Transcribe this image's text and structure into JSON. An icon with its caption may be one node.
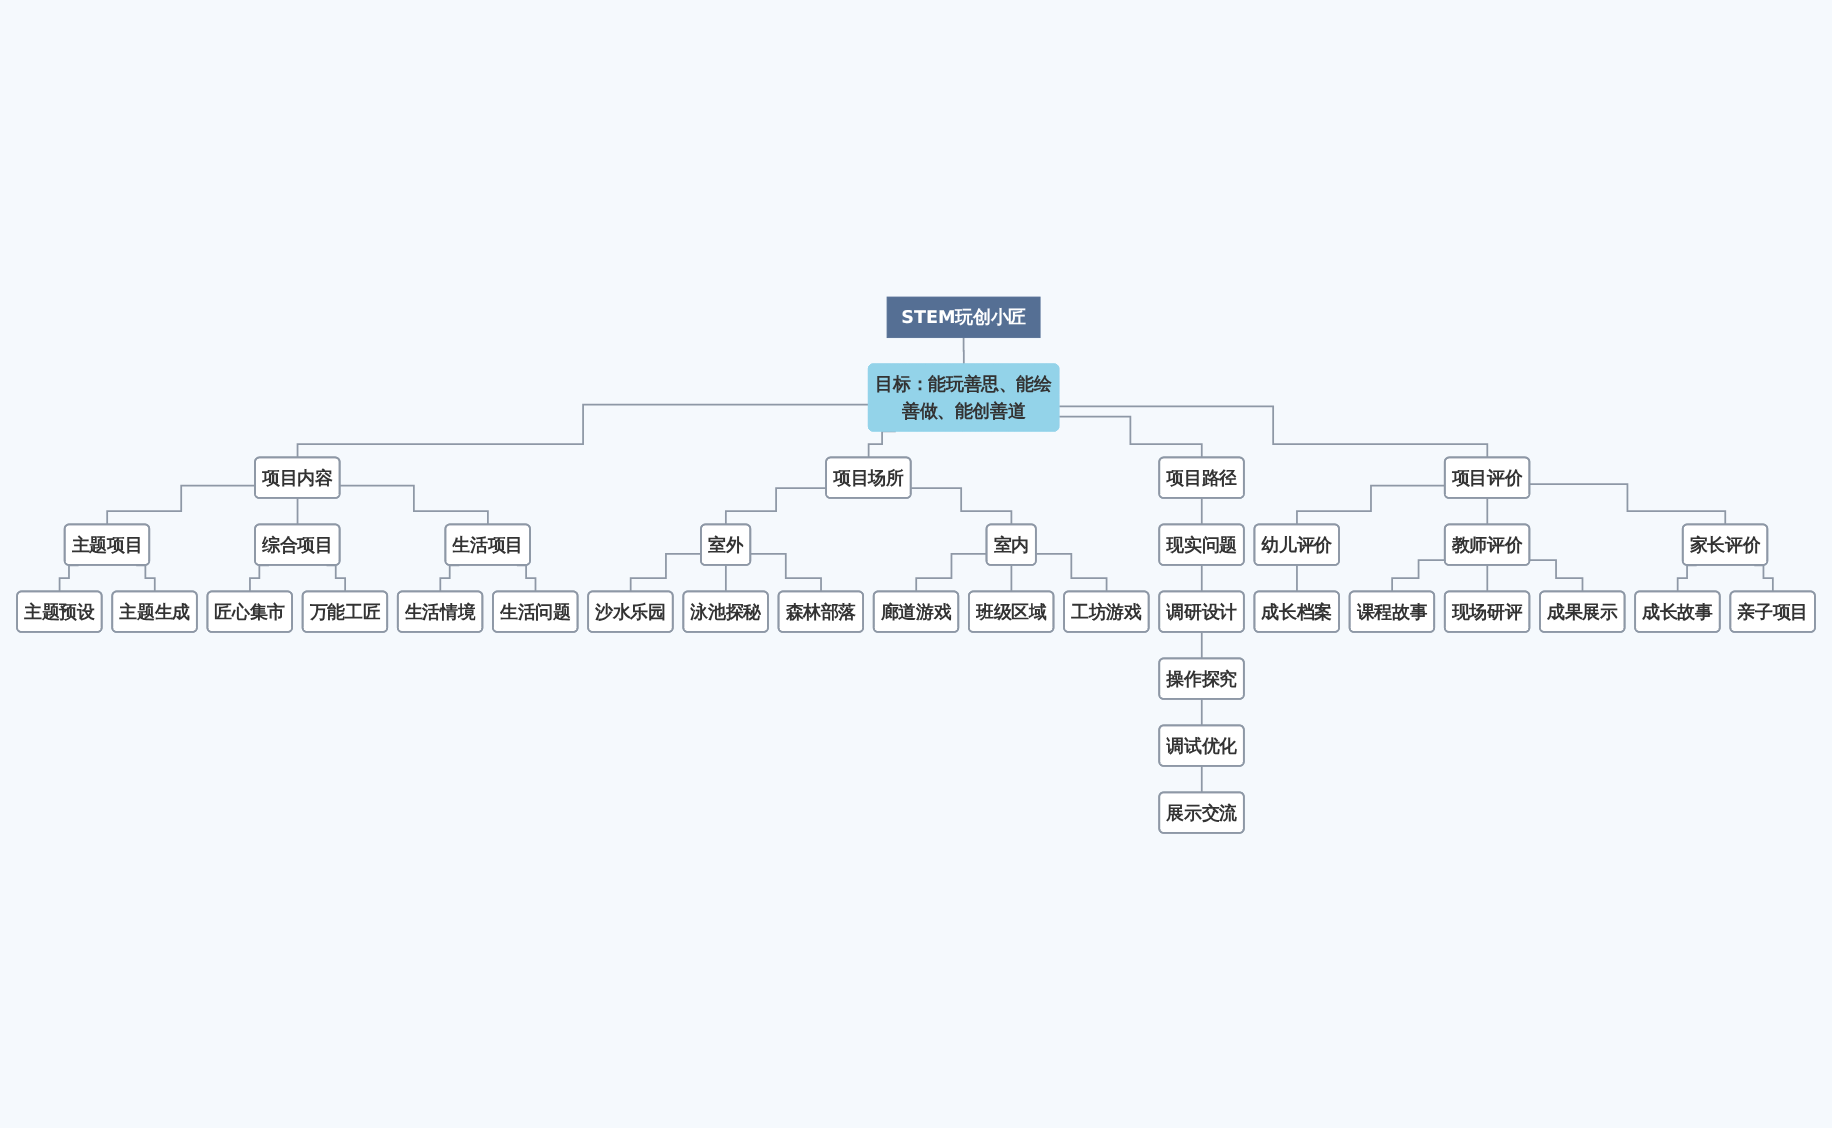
{
  "diagram": {
    "nodes": [
      {
        "text": [
          "STEM玩创小匠"
        ]
      },
      {
        "text": [
          "目标：能玩善思、能绘善做、能创善道"
        ]
      },
      {
        "text": [
          "项目内容"
        ]
      },
      {
        "text": [
          "主题项目"
        ]
      },
      {
        "text": [
          "主题预设"
        ]
      },
      {
        "text": [
          "主题生成"
        ]
      },
      {
        "text": [
          "综合项目"
        ]
      },
      {
        "text": [
          "匠心集市"
        ]
      },
      {
        "text": [
          "万能工匠"
        ]
      },
      {
        "text": [
          "生活项目"
        ]
      },
      {
        "text": [
          "生活情境"
        ]
      },
      {
        "text": [
          "生活问题"
        ]
      },
      {
        "text": [
          "项目场所"
        ]
      },
      {
        "text": [
          "室外"
        ]
      },
      {
        "text": [
          "沙水乐园"
        ]
      },
      {
        "text": [
          "泳池探秘"
        ]
      },
      {
        "text": [
          "森林部落"
        ]
      },
      {
        "text": [
          "室内"
        ]
      },
      {
        "text": [
          "廊道游戏"
        ]
      },
      {
        "text": [
          "班级区域"
        ]
      },
      {
        "text": [
          "工坊游戏"
        ]
      },
      {
        "text": [
          "项目路径"
        ]
      },
      {
        "text": [
          "现实问题"
        ]
      },
      {
        "text": [
          "调研设计"
        ]
      },
      {
        "text": [
          "操作探究"
        ]
      },
      {
        "text": [
          "调试优化"
        ]
      },
      {
        "text": [
          "展示交流"
        ]
      },
      {
        "text": [
          "项目评价"
        ]
      },
      {
        "text": [
          "幼儿评价"
        ]
      },
      {
        "text": [
          "成长档案"
        ]
      },
      {
        "text": [
          "教师评价"
        ]
      },
      {
        "text": [
          "课程故事"
        ]
      },
      {
        "text": [
          "现场研评"
        ]
      },
      {
        "text": [
          "成果展示"
        ]
      },
      {
        "text": [
          "家长评价"
        ]
      },
      {
        "text": [
          "成长故事"
        ]
      },
      {
        "text": [
          "亲子项目"
        ]
      }
    ],
    "edges": [
      {
        "from": 0,
        "to": 1,
        "arrow": "none"
      },
      {
        "from": 1,
        "to": 2,
        "arrow": "none"
      },
      {
        "from": 2,
        "to": 3,
        "arrow": "none"
      },
      {
        "from": 3,
        "to": 4,
        "arrow": "none"
      },
      {
        "from": 3,
        "to": 5,
        "arrow": "none"
      },
      {
        "from": 2,
        "to": 6,
        "arrow": "none"
      },
      {
        "from": 6,
        "to": 7,
        "arrow": "none"
      },
      {
        "from": 6,
        "to": 8,
        "arrow": "none"
      },
      {
        "from": 2,
        "to": 9,
        "arrow": "none"
      },
      {
        "from": 9,
        "to": 10,
        "arrow": "none"
      },
      {
        "from": 9,
        "to": 11,
        "arrow": "none"
      },
      {
        "from": 1,
        "to": 12,
        "arrow": "none"
      },
      {
        "from": 12,
        "to": 13,
        "arrow": "none"
      },
      {
        "from": 13,
        "to": 14,
        "arrow": "none"
      },
      {
        "from": 13,
        "to": 15,
        "arrow": "none"
      },
      {
        "from": 13,
        "to": 16,
        "arrow": "none"
      },
      {
        "from": 12,
        "to": 17,
        "arrow": "none"
      },
      {
        "from": 17,
        "to": 18,
        "arrow": "none"
      },
      {
        "from": 17,
        "to": 19,
        "arrow": "none"
      },
      {
        "from": 17,
        "to": 20,
        "arrow": "none"
      },
      {
        "from": 1,
        "to": 21,
        "arrow": "none"
      },
      {
        "from": 21,
        "to": 22,
        "arrow": "none"
      },
      {
        "from": 22,
        "to": 23,
        "arrow": "none"
      },
      {
        "from": 23,
        "to": 24,
        "arrow": "none"
      },
      {
        "from": 24,
        "to": 25,
        "arrow": "none"
      },
      {
        "from": 25,
        "to": 26,
        "arrow": "none"
      },
      {
        "from": 1,
        "to": 27,
        "arrow": "none"
      },
      {
        "from": 27,
        "to": 28,
        "arrow": "none"
      },
      {
        "from": 28,
        "to": 29,
        "arrow": "none"
      },
      {
        "from": 27,
        "to": 30,
        "arrow": "none"
      },
      {
        "from": 30,
        "to": 31,
        "arrow": "none"
      },
      {
        "from": 30,
        "to": 32,
        "arrow": "none"
      },
      {
        "from": 30,
        "to": 33,
        "arrow": "none"
      },
      {
        "from": 27,
        "to": 34,
        "arrow": "none"
      },
      {
        "from": 34,
        "to": 35,
        "arrow": "none"
      },
      {
        "from": 34,
        "to": 36,
        "arrow": "none"
      }
    ]
  }
}
